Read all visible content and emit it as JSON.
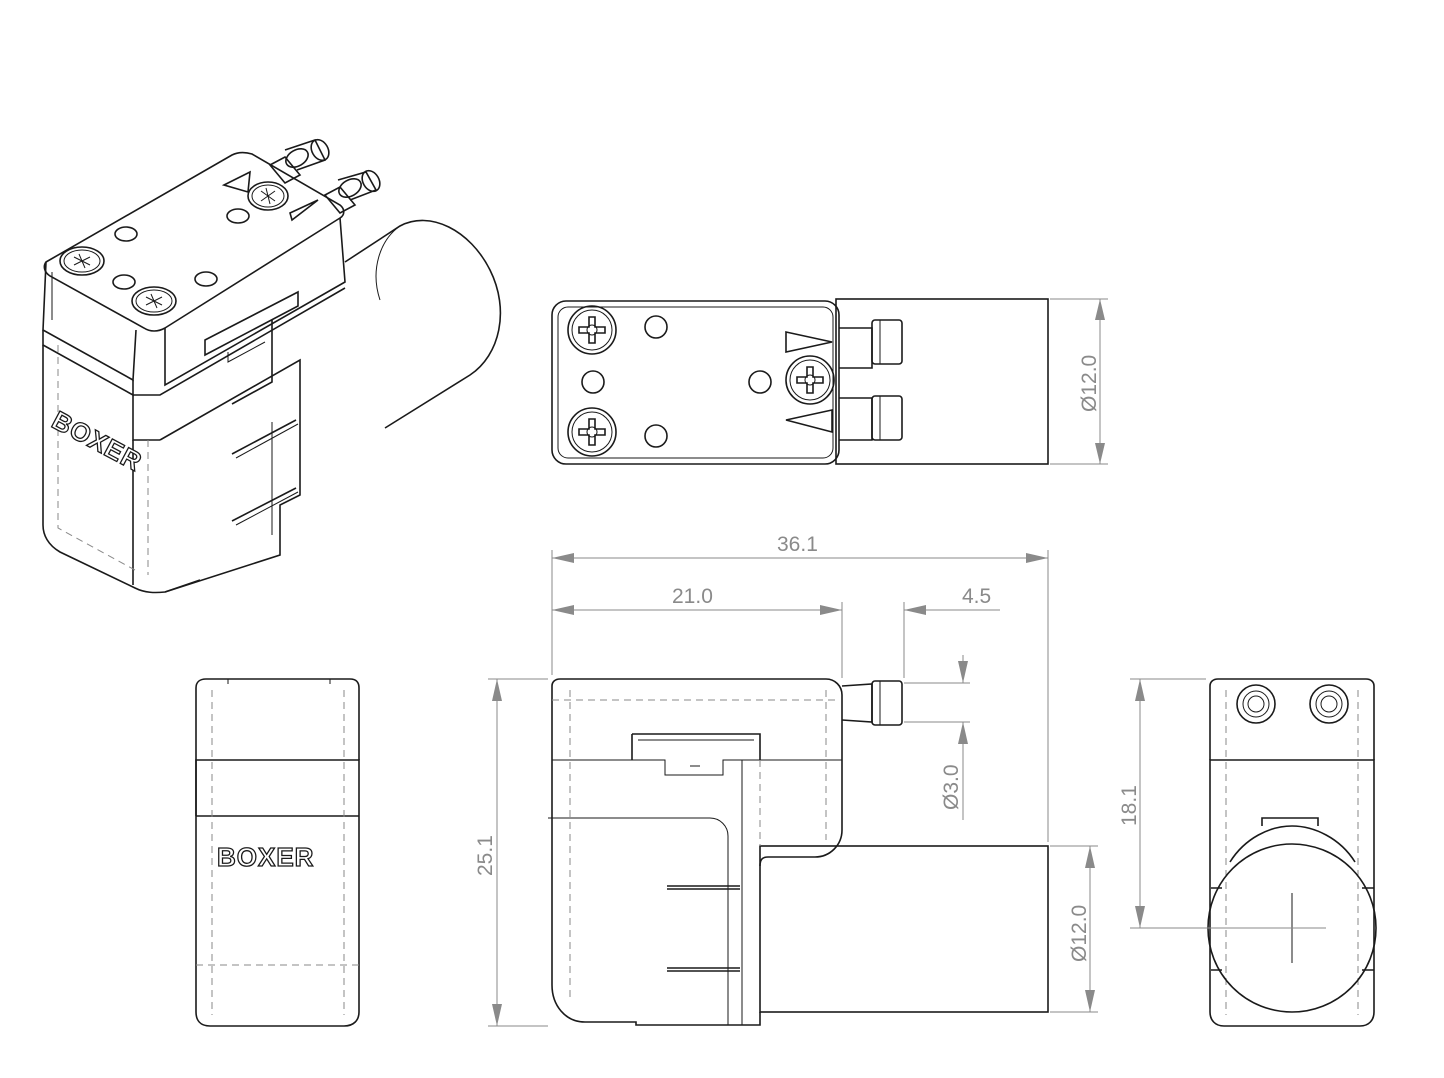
{
  "brand": "BOXER",
  "dimensions": {
    "overall_length": "36.1",
    "body_length": "21.0",
    "port_offset": "4.5",
    "top_motor_diameter": "Ø12.0",
    "side_motor_diameter": "Ø12.0",
    "port_diameter": "Ø3.0",
    "height": "25.1",
    "axis_height": "18.1"
  },
  "colors": {
    "line": "#1a1a1a",
    "dimension": "#8a8a8a",
    "background": "#ffffff"
  }
}
